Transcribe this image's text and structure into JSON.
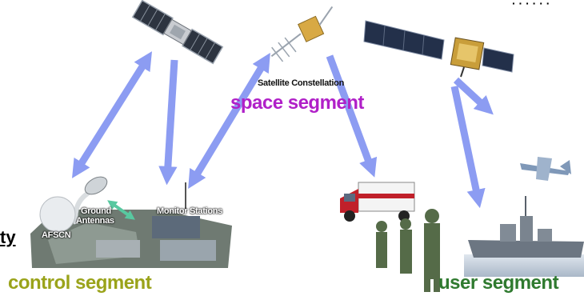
{
  "labels": {
    "satellite_constellation": "Satellite Constellation",
    "space_segment": "space segment",
    "ground_antennas_line1": "Ground",
    "ground_antennas_line2": "Antennas",
    "monitor_stations": "Monitor Stations",
    "afscn": "AFSCN",
    "control_segment": "control segment",
    "user_segment": "user segment",
    "partial_text_left": "ty",
    "partial_text_top_right": "· · · · · ·"
  },
  "colors": {
    "arrow": "#8c9cf2",
    "space_segment": "#b020c8",
    "control_segment": "#9aa31a",
    "user_segment": "#2f7a2f"
  }
}
